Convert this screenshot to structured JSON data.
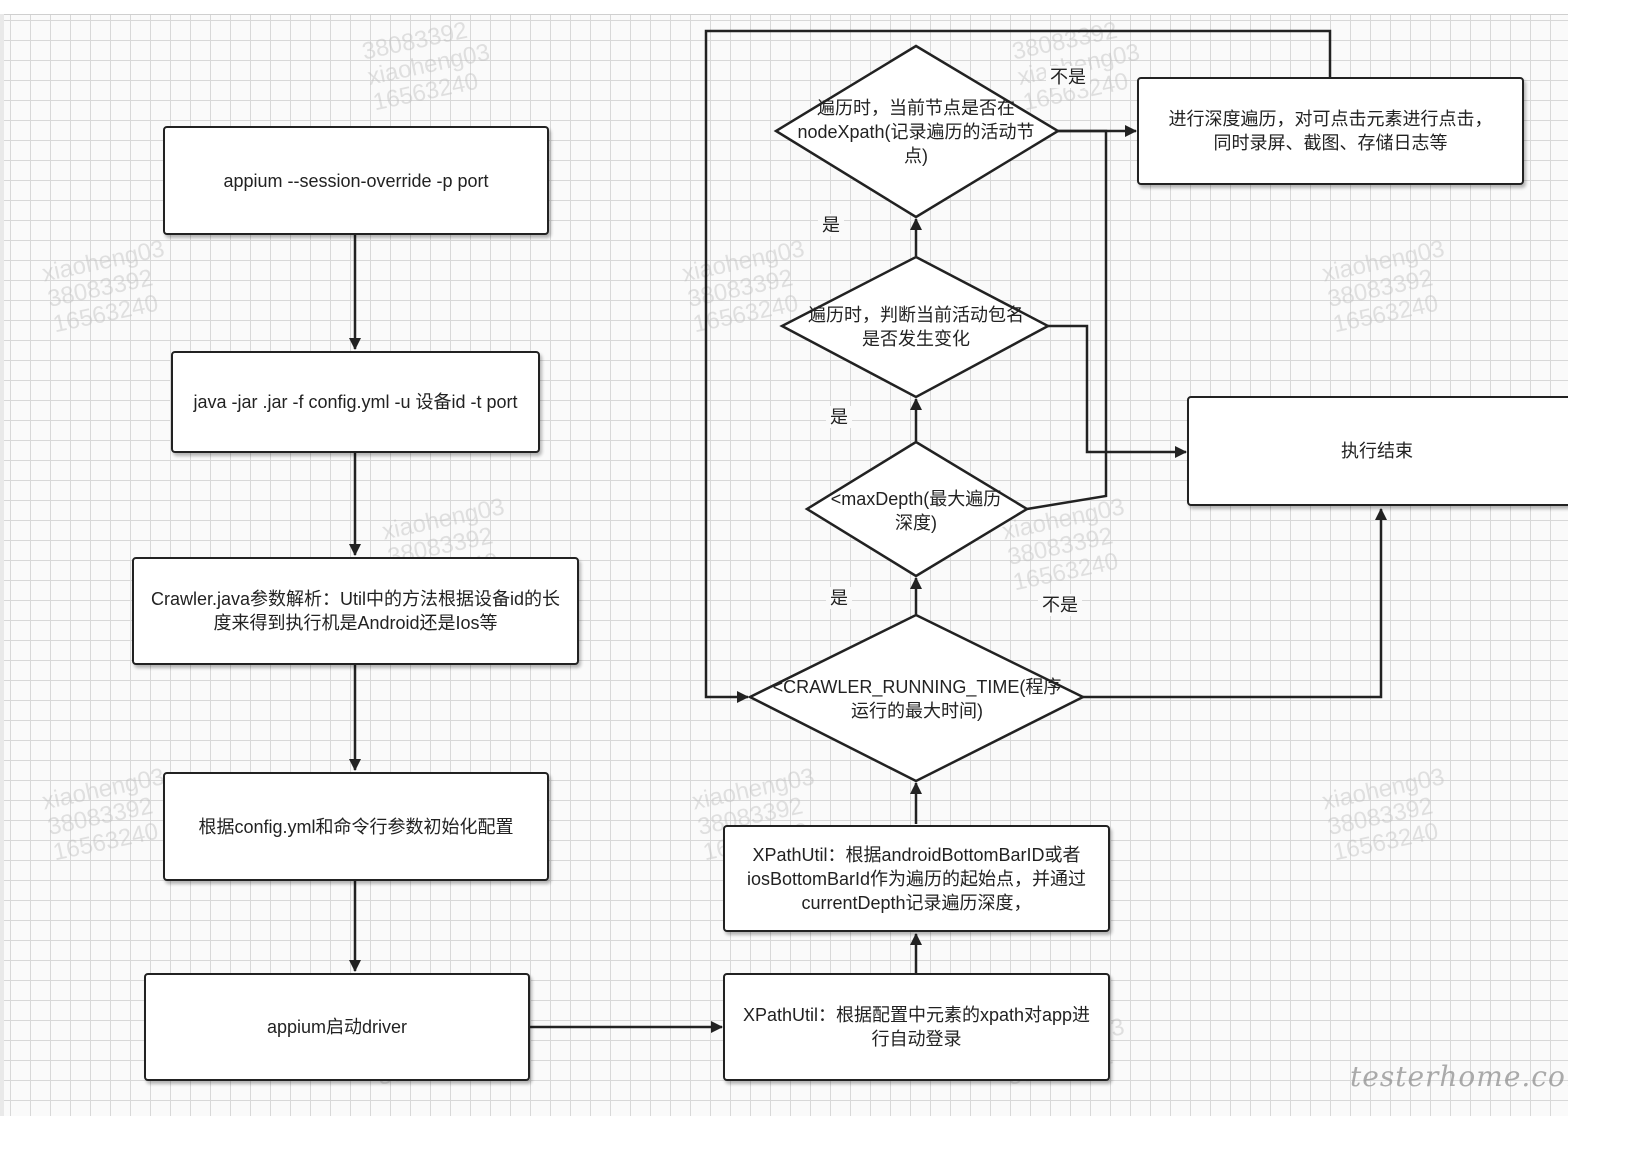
{
  "nodes": {
    "appium_cmd": "appium --session-override -p port",
    "java_jar": "java -jar .jar -f config.yml -u 设备id -t port",
    "crawler_parse": "Crawler.java参数解析：Util中的方法根据设备id的长度来得到执行机是Android还是Ios等",
    "init_config": "根据config.yml和命令行参数初始化配置",
    "appium_driver": "appium启动driver",
    "auto_login": "XPathUtil：根据配置中元素的xpath对app进行自动登录",
    "start_point": "XPathUtil：根据androidBottomBarID或者iosBottomBarId作为遍历的起始点，并通过currentDepth记录遍历深度，",
    "running_time": "<CRAWLER_RUNNING_TIME(程序运行的最大时间)",
    "max_depth": "<maxDepth(最大遍历深度)",
    "package_change": "遍历时，判断当前活动包名是否发生变化",
    "node_xpath": "遍历时，当前节点是否在nodeXpath(记录遍历的活动节点)",
    "deep_traverse": "进行深度遍历，对可点击元素进行点击，同时录屏、截图、存储日志等",
    "end": "执行结束"
  },
  "edge_labels": {
    "yes_1": "是",
    "yes_2": "是",
    "yes_3": "是",
    "no_1": "不是",
    "no_2": "不是"
  },
  "watermark": {
    "name": "xiaoheng03",
    "id_a": "38083392",
    "id_b": "16563240"
  },
  "brand": "testerhome.com",
  "colors": {
    "line": "#222222",
    "node_fill": "#ffffff",
    "grid": "#d8d8d8"
  }
}
